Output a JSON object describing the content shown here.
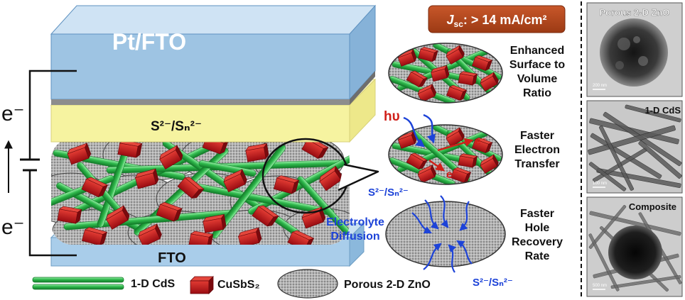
{
  "device": {
    "top_electrode": "Pt/FTO",
    "electrolyte": "S²⁻/Sₙ²⁻",
    "bottom_electrode": "FTO",
    "electron_symbol": "e⁻"
  },
  "badge": {
    "label": "J",
    "subscript": "sc",
    "value": ": > 14 mA/cm²"
  },
  "features": [
    {
      "lines": [
        "Enhanced",
        "Surface to",
        "Volume",
        "Ratio"
      ]
    },
    {
      "lines": [
        "Faster",
        "Electron",
        "Transfer"
      ]
    },
    {
      "lines": [
        "Faster",
        "Hole",
        "Recovery",
        "Rate"
      ]
    }
  ],
  "annotations": {
    "photon": "hυ",
    "electron": "e⁻",
    "electrolyte_diffusion": [
      "Electrolyte",
      "Diffusion"
    ],
    "redox_upper": "S²⁻/Sₙ²⁻",
    "redox_lower": "S²⁻/Sₙ²⁻"
  },
  "legend": {
    "cds": "1-D CdS",
    "cusbs": "CuSbS₂",
    "zno": "Porous 2-D ZnO"
  },
  "micrographs": [
    {
      "label": "Porous 2-D ZnO",
      "scale": "200 nm"
    },
    {
      "label": "1-D CdS",
      "scale": "100 nm"
    },
    {
      "label": "Composite",
      "scale": "500 nm"
    }
  ],
  "colors": {
    "cds_green": "#2fb84c",
    "cusbs_red": "#c0141a",
    "zno_gray": "#a9a9a9",
    "badge_brown": "#b5461c",
    "arrow_blue": "#1d43d8",
    "pt_fto_blue": "#9ec4e3",
    "electrolyte_yellow": "#f6f3a0"
  }
}
